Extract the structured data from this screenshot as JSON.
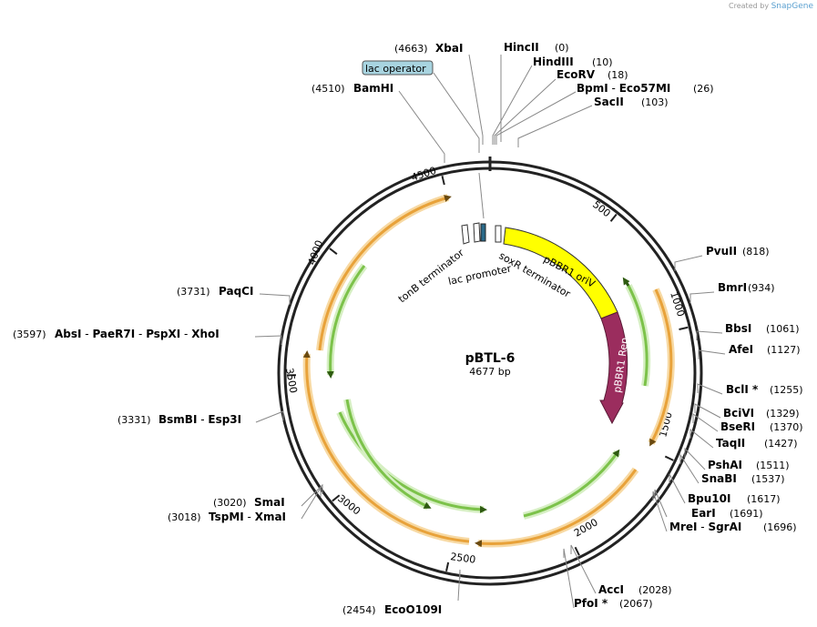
{
  "credit": {
    "prefix": "Created by",
    "brand": "SnapGene"
  },
  "plasmid": {
    "name": "pBTL-6",
    "length_label": "4677 bp",
    "length": 4677
  },
  "scale_ticks": [
    "500",
    "1000",
    "1500",
    "2000",
    "2500",
    "3000",
    "3500",
    "4000",
    "4500"
  ],
  "sites": [
    {
      "id": "hincii",
      "names": [
        "HincII"
      ],
      "pos_label": "(0)"
    },
    {
      "id": "hindiii",
      "names": [
        "HindIII"
      ],
      "pos_label": "(10)"
    },
    {
      "id": "ecorv",
      "names": [
        "EcoRV"
      ],
      "pos_label": "(18)"
    },
    {
      "id": "bpmi",
      "names": [
        "BpmI",
        "Eco57MI"
      ],
      "pos_label": "(26)"
    },
    {
      "id": "sacii",
      "names": [
        "SacII"
      ],
      "pos_label": "(103)"
    },
    {
      "id": "pvuii",
      "names": [
        "PvuII"
      ],
      "pos_label": "(818)"
    },
    {
      "id": "bmri",
      "names": [
        "BmrI"
      ],
      "pos_label": "(934)"
    },
    {
      "id": "bbsi",
      "names": [
        "BbsI"
      ],
      "pos_label": "(1061)"
    },
    {
      "id": "afei",
      "names": [
        "AfeI"
      ],
      "pos_label": "(1127)"
    },
    {
      "id": "bcli",
      "names": [
        "BclI *"
      ],
      "pos_label": "(1255)"
    },
    {
      "id": "bcivi",
      "names": [
        "BciVI"
      ],
      "pos_label": "(1329)"
    },
    {
      "id": "bseri",
      "names": [
        "BseRI"
      ],
      "pos_label": "(1370)"
    },
    {
      "id": "taqii",
      "names": [
        "TaqII"
      ],
      "pos_label": "(1427)"
    },
    {
      "id": "pshai",
      "names": [
        "PshAI"
      ],
      "pos_label": "(1511)"
    },
    {
      "id": "snabi",
      "names": [
        "SnaBI"
      ],
      "pos_label": "(1537)"
    },
    {
      "id": "bpu10i",
      "names": [
        "Bpu10I"
      ],
      "pos_label": "(1617)"
    },
    {
      "id": "eari",
      "names": [
        "EarI"
      ],
      "pos_label": "(1691)"
    },
    {
      "id": "mrei",
      "names": [
        "MreI",
        "SgrAI"
      ],
      "pos_label": "(1696)"
    },
    {
      "id": "acci",
      "names": [
        "AccI"
      ],
      "pos_label": "(2028)"
    },
    {
      "id": "pfoi",
      "names": [
        "PfoI *"
      ],
      "pos_label": "(2067)"
    },
    {
      "id": "ecoo109i",
      "names": [
        "EcoO109I"
      ],
      "pos_label": "(2454)"
    },
    {
      "id": "smai",
      "names": [
        "SmaI"
      ],
      "pos_label": "(3020)"
    },
    {
      "id": "tspmi",
      "names": [
        "TspMI",
        "XmaI"
      ],
      "pos_label": "(3018)"
    },
    {
      "id": "bsmbi",
      "names": [
        "BsmBI",
        "Esp3I"
      ],
      "pos_label": "(3331)"
    },
    {
      "id": "absi",
      "names": [
        "AbsI",
        "PaeR7I",
        "PspXI",
        "XhoI"
      ],
      "pos_label": "(3597)"
    },
    {
      "id": "paqci",
      "names": [
        "PaqCI"
      ],
      "pos_label": "(3731)"
    },
    {
      "id": "bamhi",
      "names": [
        "BamHI"
      ],
      "pos_label": "(4510)"
    },
    {
      "id": "xbai",
      "names": [
        "XbaI"
      ],
      "pos_label": "(4663)"
    }
  ],
  "features": {
    "pbbr1_oriv": "pBBR1 oriV",
    "pbbr1_rep": "pBBR1 Rep",
    "sox_r_terminator": "soxR terminator",
    "lac_promoter": "lac promoter",
    "tonb_terminator": "tonB terminator",
    "lac_operator": "lac operator"
  },
  "colors": {
    "backbone": "#222222",
    "orange_feature": "#e8a23a",
    "green_feature": "#7cc24a",
    "oriv": "#ffff00",
    "rep": "#9b2d5e",
    "operator_box": "#a8d4e0"
  }
}
